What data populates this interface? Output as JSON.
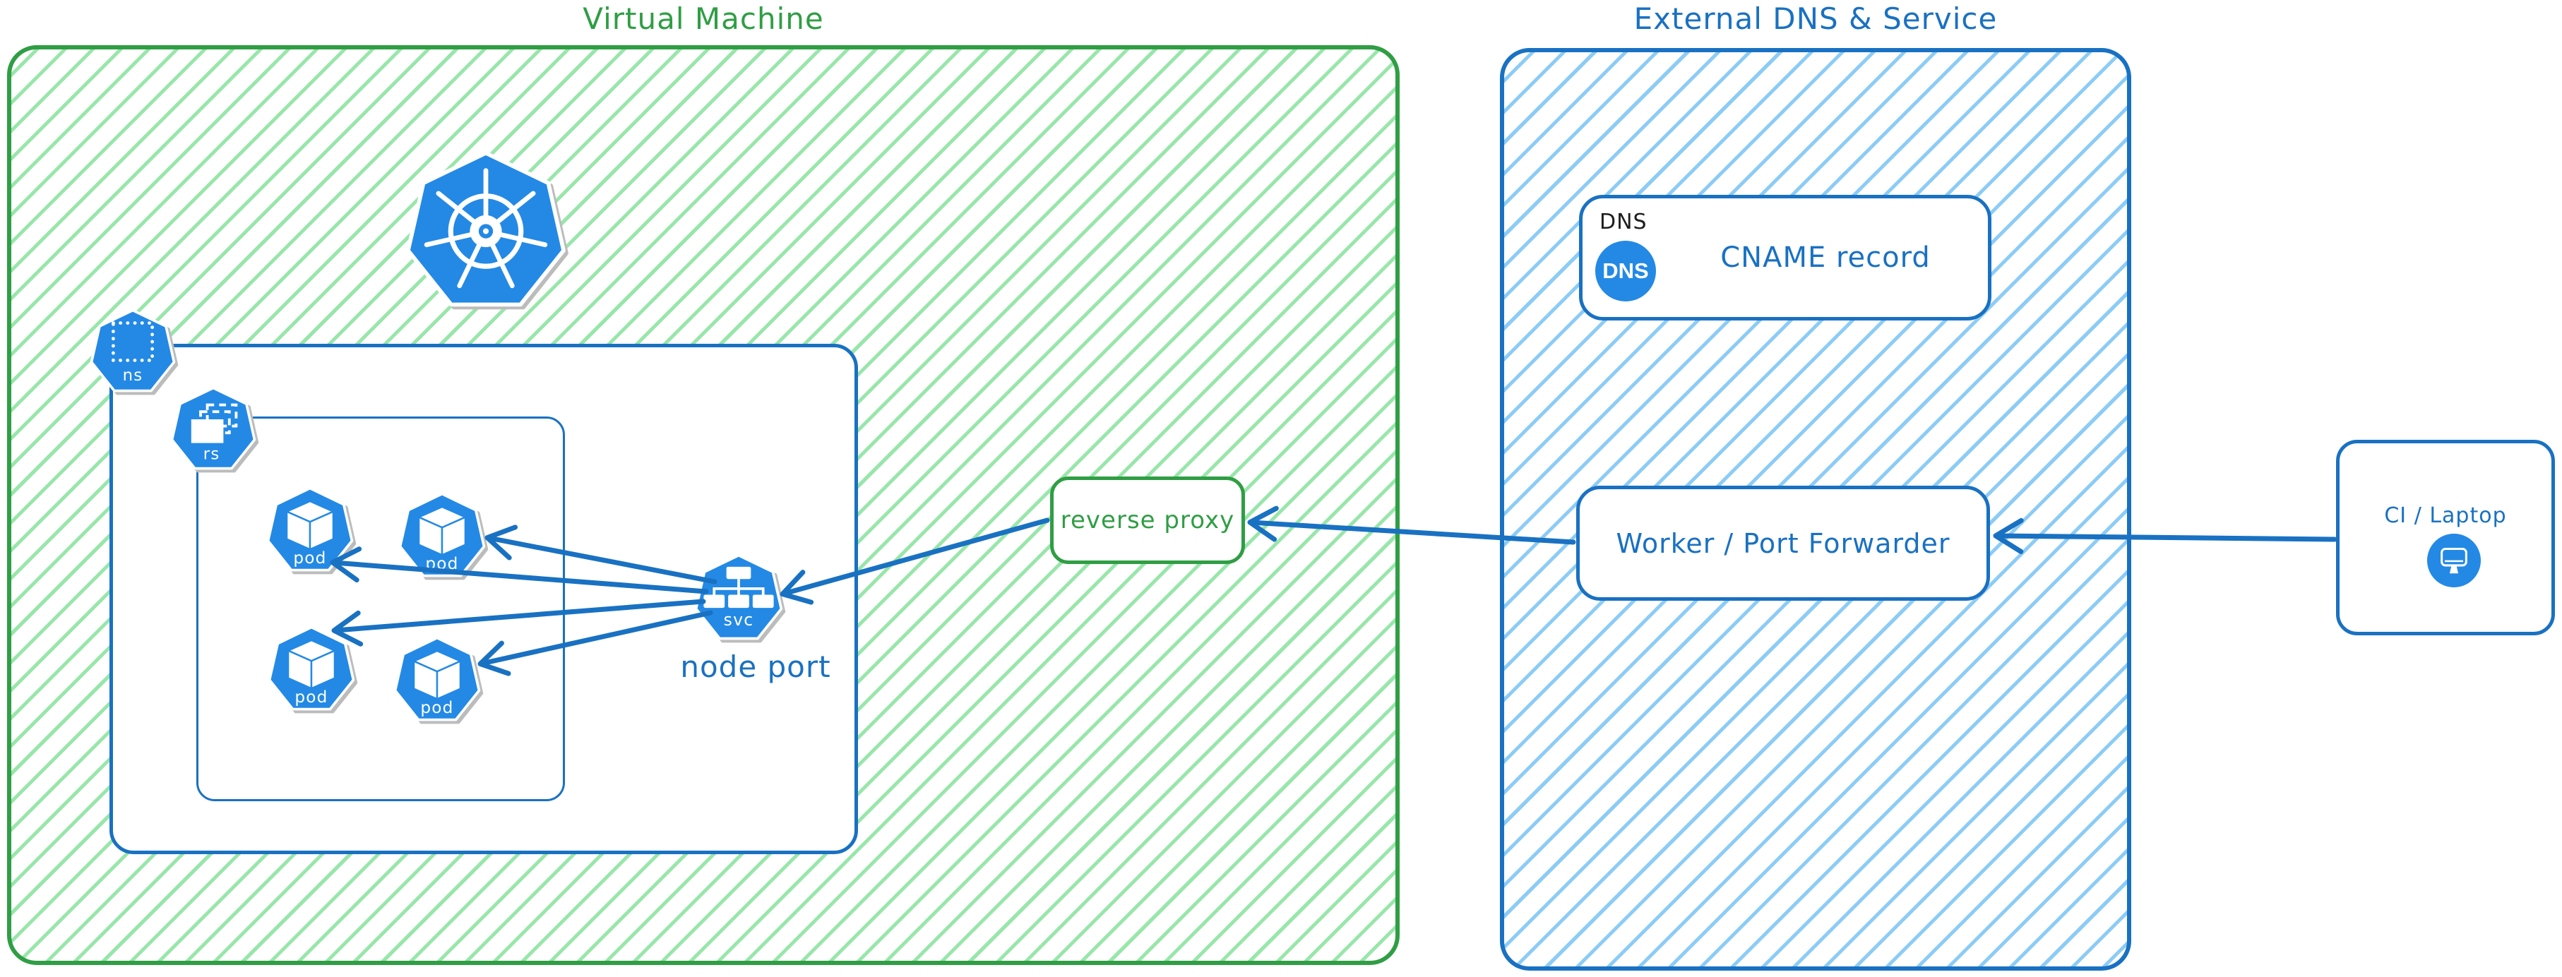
{
  "colors": {
    "green": "#2f9e44",
    "green_hatch": "#86e29b",
    "blue": "#1971c2",
    "blue_hatch": "#80c7f5",
    "icon_blue": "#2389e5",
    "black": "#1e1e1e"
  },
  "vm": {
    "title": "Virtual Machine"
  },
  "external": {
    "title": "External DNS & Service"
  },
  "namespace": {
    "badge": "ns"
  },
  "replicaset": {
    "badge": "rs"
  },
  "pods": [
    {
      "label": "pod"
    },
    {
      "label": "pod"
    },
    {
      "label": "pod"
    },
    {
      "label": "pod"
    }
  ],
  "service": {
    "badge": "svc",
    "caption": "node port"
  },
  "reverse_proxy": {
    "label": "reverse proxy"
  },
  "dns": {
    "tag": "DNS",
    "icon_text": "DNS",
    "label": "CNAME record"
  },
  "worker": {
    "label": "Worker / Port Forwarder"
  },
  "ci": {
    "label": "CI / Laptop"
  }
}
